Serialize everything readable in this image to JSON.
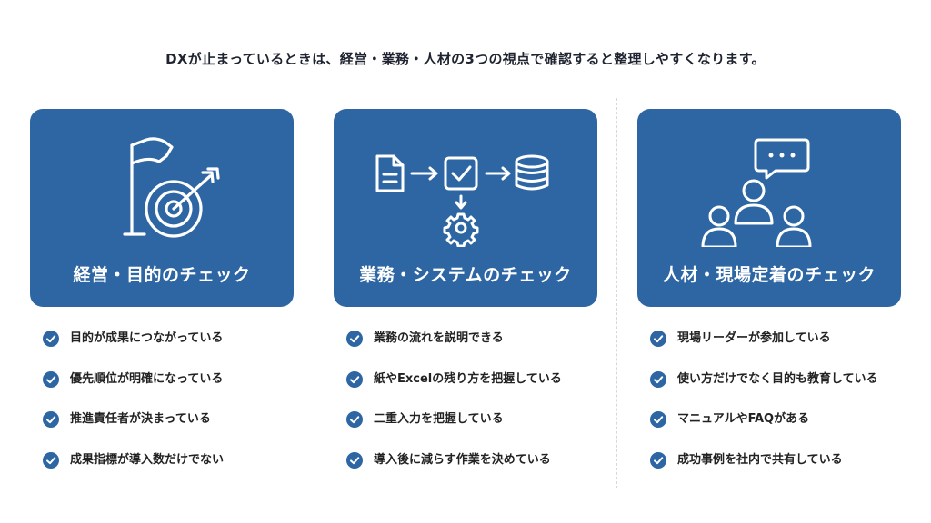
{
  "heading": "DXが止まっているときは、経営・業務・人材の3つの視点で確認すると整理しやすくなります。",
  "colors": {
    "card_bg": "#2d66a3",
    "check_icon": "#2d66a3",
    "text": "#222222"
  },
  "columns": [
    {
      "title": "経営・目的のチェック",
      "icon": "flag-target-icon",
      "items": [
        "目的が成果につながっている",
        "優先順位が明確になっている",
        "推進責任者が決まっている",
        "成果指標が導入数だけでない"
      ]
    },
    {
      "title": "業務・システムのチェック",
      "icon": "workflow-icon",
      "items": [
        "業務の流れを説明できる",
        "紙やExcelの残り方を把握している",
        "二重入力を把握している",
        "導入後に減らす作業を決めている"
      ]
    },
    {
      "title": "人材・現場定着のチェック",
      "icon": "people-chat-icon",
      "items": [
        "現場リーダーが参加している",
        "使い方だけでなく目的も教育している",
        "マニュアルやFAQがある",
        "成功事例を社内で共有している"
      ]
    }
  ]
}
